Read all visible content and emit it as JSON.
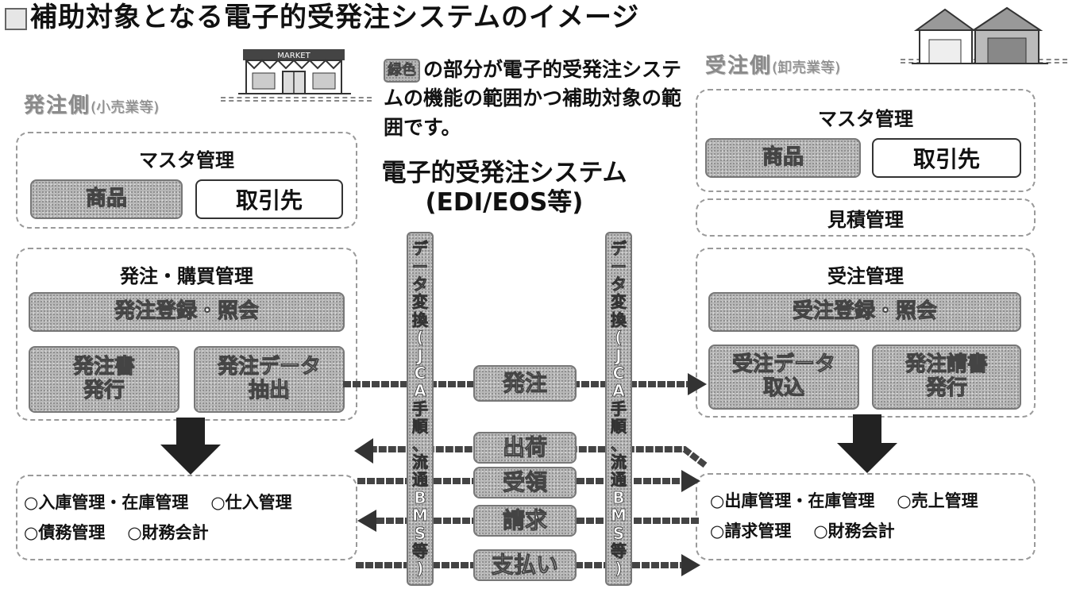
{
  "title": "補助対象となる電子的受発注システムのイメージ",
  "legend": {
    "chip": "緑色",
    "text": "の部分が電子的受発注システムの機能の範囲かつ補助対象の範囲です。"
  },
  "system": {
    "line1": "電子的受発注システム",
    "line2": "(EDI/EOS等)"
  },
  "market_sign": "MARKET",
  "left": {
    "side_label": "発注側",
    "side_sub": "(小売業等)",
    "master": {
      "title": "マスタ管理",
      "product": "商品",
      "partner": "取引先"
    },
    "order_mgmt": {
      "title": "発注・購買管理",
      "register": "発注登録・照会",
      "issue": {
        "line1": "発注書",
        "line2": "発行"
      },
      "extract": {
        "line1": "発注データ",
        "line2": "抽出"
      }
    },
    "downstream": {
      "row1": [
        "○入庫管理・在庫管理",
        "○仕入管理"
      ],
      "row2": [
        "○債務管理",
        "○財務会計"
      ]
    }
  },
  "right": {
    "side_label": "受注側",
    "side_sub": "(卸売業等)",
    "master": {
      "title": "マスタ管理",
      "product": "商品",
      "partner": "取引先"
    },
    "estimate": "見積管理",
    "order_mgmt": {
      "title": "受注管理",
      "register": "受注登録・照会",
      "import": {
        "line1": "受注データ",
        "line2": "取込"
      },
      "invoice": {
        "line1": "発注請書",
        "line2": "発行"
      }
    },
    "downstream": {
      "row1": [
        "○出庫管理・在庫管理",
        "○売上管理"
      ],
      "row2": [
        "○請求管理",
        "○財務会計"
      ]
    }
  },
  "conversion": {
    "chars": [
      "デ",
      "ー",
      "タ",
      "変",
      "換",
      "(",
      "J",
      "C",
      "A",
      "手",
      "順",
      "、",
      "流",
      "通",
      "B",
      "M",
      "S",
      "等",
      ")"
    ]
  },
  "flows": {
    "order": "発注",
    "ship": "出荷",
    "receipt": "受領",
    "invoice": "請求",
    "payment": "支払い"
  }
}
